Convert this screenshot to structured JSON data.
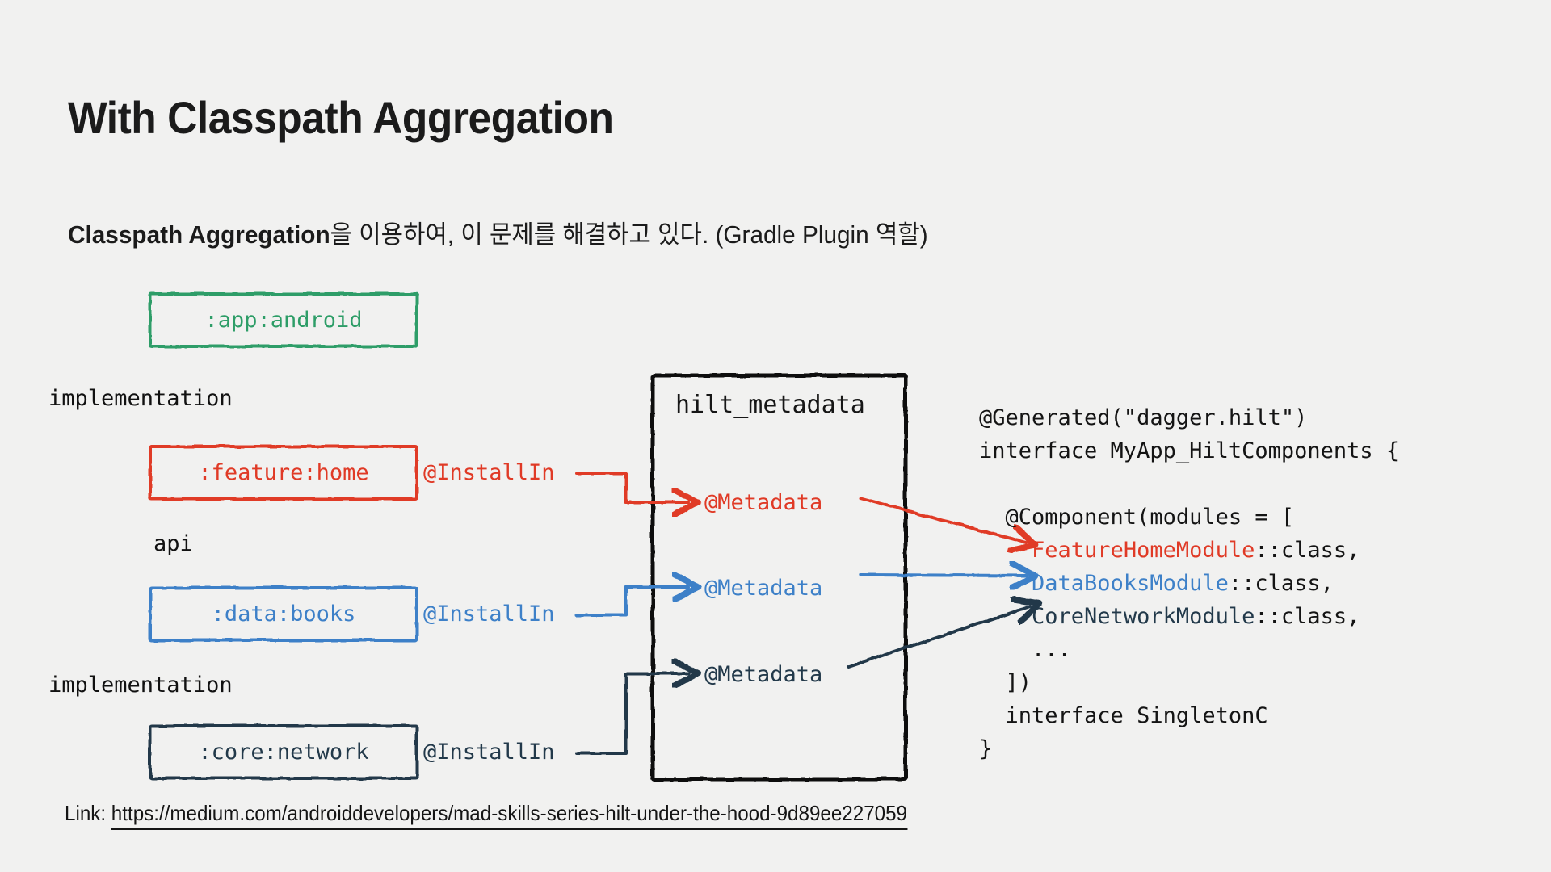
{
  "slide": {
    "title": "With Classpath Aggregation",
    "subtitle_bold": "Classpath Aggregation",
    "subtitle_rest": "을 이용하여, 이 문제를 해결하고 있다. (Gradle Plugin 역할)",
    "background_color": "#f1f1f0"
  },
  "colors": {
    "green": "#2d9d67",
    "red": "#e03a26",
    "blue": "#3d80c8",
    "navy": "#22394a",
    "black": "#141414"
  },
  "diagram": {
    "modules": [
      {
        "id": "app",
        "label": ":app:android",
        "color": "#2d9d67"
      },
      {
        "id": "feature",
        "label": ":feature:home",
        "color": "#e03a26"
      },
      {
        "id": "data",
        "label": ":data:books",
        "color": "#3d80c8"
      },
      {
        "id": "core",
        "label": ":core:network",
        "color": "#22394a"
      }
    ],
    "edge_labels": [
      {
        "id": "impl1",
        "label": "implementation"
      },
      {
        "id": "api",
        "label": "api"
      },
      {
        "id": "impl2",
        "label": "implementation"
      }
    ],
    "install_labels": [
      {
        "id": "feature",
        "label": "@InstallIn",
        "color": "#e03a26"
      },
      {
        "id": "data",
        "label": "@InstallIn",
        "color": "#3d80c8"
      },
      {
        "id": "core",
        "label": "@InstallIn",
        "color": "#22394a"
      }
    ],
    "metadata_container": {
      "title": "hilt_metadata",
      "entries": [
        {
          "id": "feature",
          "label": "@Metadata",
          "color": "#e03a26"
        },
        {
          "id": "data",
          "label": "@Metadata",
          "color": "#3d80c8"
        },
        {
          "id": "core",
          "label": "@Metadata",
          "color": "#22394a"
        }
      ]
    }
  },
  "code": {
    "lines": [
      {
        "segments": [
          {
            "text": "@Generated(\"dagger.hilt\")"
          }
        ]
      },
      {
        "segments": [
          {
            "text": "interface MyApp_HiltComponents {"
          }
        ]
      },
      {
        "segments": [
          {
            "text": ""
          }
        ]
      },
      {
        "segments": [
          {
            "text": "  @Component(modules = ["
          }
        ]
      },
      {
        "segments": [
          {
            "text": "    "
          },
          {
            "text": "FeatureHomeModule",
            "color": "red"
          },
          {
            "text": "::class,"
          }
        ]
      },
      {
        "segments": [
          {
            "text": "    "
          },
          {
            "text": "DataBooksModule",
            "color": "blue"
          },
          {
            "text": "::class,"
          }
        ]
      },
      {
        "segments": [
          {
            "text": "    "
          },
          {
            "text": "CoreNetworkModule",
            "color": "navy"
          },
          {
            "text": "::class,"
          }
        ]
      },
      {
        "segments": [
          {
            "text": "    ..."
          }
        ]
      },
      {
        "segments": [
          {
            "text": "  ])"
          }
        ]
      },
      {
        "segments": [
          {
            "text": "  interface SingletonC"
          }
        ]
      },
      {
        "segments": [
          {
            "text": "}"
          }
        ]
      }
    ]
  },
  "footer": {
    "prefix": "Link: ",
    "url": "https://medium.com/androiddevelopers/mad-skills-series-hilt-under-the-hood-9d89ee227059"
  }
}
